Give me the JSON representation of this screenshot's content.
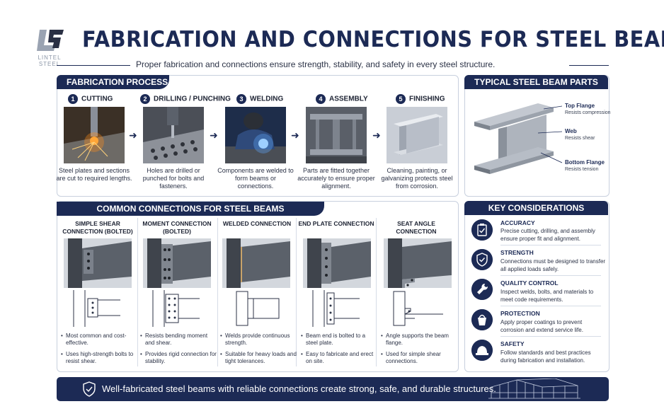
{
  "header": {
    "logo_text": "LINTEL STEEL",
    "title": "FABRICATION AND CONNECTIONS FOR STEEL BEAMS",
    "subtitle": "Proper fabrication and connections ensure strength, stability, and safety in every steel structure."
  },
  "fabrication": {
    "heading": "FABRICATION PROCESS",
    "steps": [
      {
        "num": "1",
        "title": "CUTTING",
        "desc": "Steel plates and sections are cut to required lengths."
      },
      {
        "num": "2",
        "title": "DRILLING / PUNCHING",
        "desc": "Holes are drilled or punched for bolts and fasteners."
      },
      {
        "num": "3",
        "title": "WELDING",
        "desc": "Components are welded to form beams or connections."
      },
      {
        "num": "4",
        "title": "ASSEMBLY",
        "desc": "Parts are fitted together accurately to ensure proper alignment."
      },
      {
        "num": "5",
        "title": "FINISHING",
        "desc": "Cleaning, painting, or galvanizing protects steel from corrosion."
      }
    ],
    "arrow": "➜"
  },
  "parts": {
    "heading": "TYPICAL STEEL BEAM PARTS",
    "items": [
      {
        "label": "Top Flange",
        "sub": "Resists compression"
      },
      {
        "label": "Web",
        "sub": "Resists shear"
      },
      {
        "label": "Bottom Flange",
        "sub": "Resists tension"
      }
    ]
  },
  "connections": {
    "heading": "COMMON CONNECTIONS FOR STEEL BEAMS",
    "items": [
      {
        "title": "SIMPLE SHEAR CONNECTION (BOLTED)",
        "bullets": [
          "Most common and cost-effective.",
          "Uses high-strength bolts to resist shear."
        ]
      },
      {
        "title": "MOMENT CONNECTION (BOLTED)",
        "bullets": [
          "Resists bending moment and shear.",
          "Provides rigid connection for stability."
        ]
      },
      {
        "title": "WELDED CONNECTION",
        "bullets": [
          "Welds provide continuous strength.",
          "Suitable for heavy loads and tight tolerances."
        ]
      },
      {
        "title": "END PLATE CONNECTION",
        "bullets": [
          "Beam end is bolted to a steel plate.",
          "Easy to fabricate and erect on site."
        ]
      },
      {
        "title": "SEAT ANGLE CONNECTION",
        "bullets": [
          "Angle supports the beam flange.",
          "Used for simple shear connections."
        ]
      }
    ]
  },
  "considerations": {
    "heading": "KEY CONSIDERATIONS",
    "items": [
      {
        "title": "ACCURACY",
        "desc": "Precise cutting, drilling, and assembly ensure proper fit and alignment.",
        "icon": "clipboard-check-icon"
      },
      {
        "title": "STRENGTH",
        "desc": "Connections must be designed to transfer all applied loads safely.",
        "icon": "shield-check-icon"
      },
      {
        "title": "QUALITY CONTROL",
        "desc": "Inspect welds, bolts, and materials to meet code requirements.",
        "icon": "wrench-icon"
      },
      {
        "title": "PROTECTION",
        "desc": "Apply proper coatings to prevent corrosion and extend service life.",
        "icon": "paint-bucket-icon"
      },
      {
        "title": "SAFETY",
        "desc": "Follow standards and best practices during fabrication and installation.",
        "icon": "hard-hat-icon"
      }
    ]
  },
  "footer": {
    "text": "Well-fabricated steel beams with reliable connections create strong, safe, and durable structures."
  },
  "colors": {
    "navy": "#1c2a55",
    "border": "#c8d0de"
  }
}
